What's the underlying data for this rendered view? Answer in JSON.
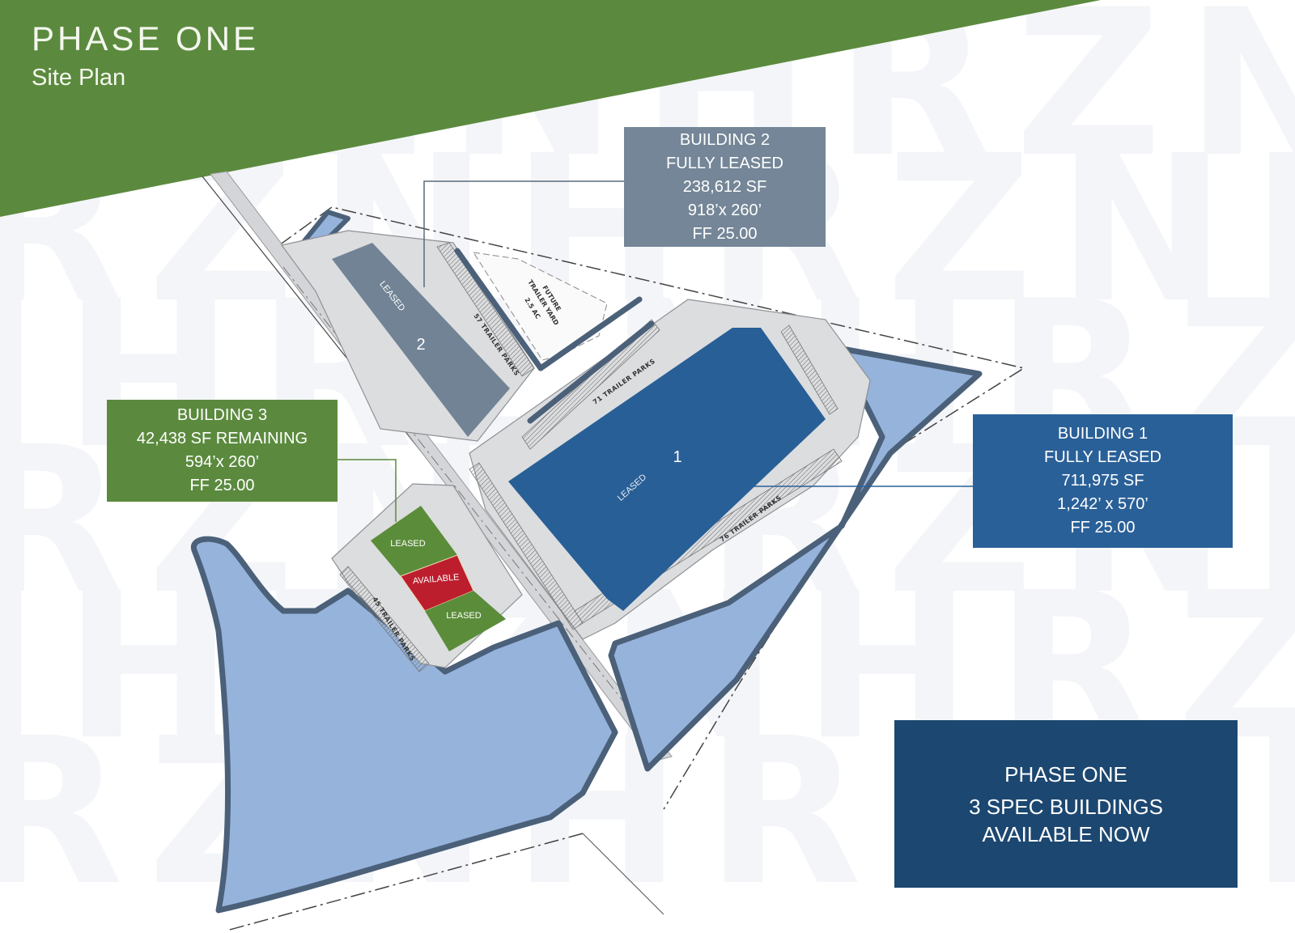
{
  "header": {
    "title": "PHASE ONE",
    "subtitle": "Site Plan",
    "band_color": "#5b8a3e"
  },
  "watermark": {
    "text": "HRZN",
    "rows": [
      "HRZNHRZNHRZN",
      "RZNHRZNHRZNH",
      "NHRZNHRZNHRZ",
      "RZNHRZNHRZNH",
      "NHRZNHRZNHRZ",
      "RZNHRZNHRZNH"
    ]
  },
  "buildings": [
    {
      "id": "building-1",
      "map_number": "1",
      "map_status": "LEASED",
      "color": "#285f96",
      "callout": {
        "title": "BUILDING 1",
        "status": "FULLY LEASED",
        "area": "711,975 SF",
        "dimensions": "1,242’ x 570’",
        "floor_elevation": "FF 25.00",
        "color": "#2a6098"
      },
      "trailer_parks": [
        "71 TRAILER PARKS",
        "76 TRAILER PARKS"
      ]
    },
    {
      "id": "building-2",
      "map_number": "2",
      "map_status": "LEASED",
      "color": "#718395",
      "callout": {
        "title": "BUILDING 2",
        "status": "FULLY LEASED",
        "area": "238,612 SF",
        "dimensions": "918’x 260’",
        "floor_elevation": "FF 25.00",
        "color": "#748697"
      },
      "trailer_parks": [
        "57 TRAILER PARKS"
      ]
    },
    {
      "id": "building-3",
      "color": "#5b8c3a",
      "units": [
        {
          "label": "LEASED",
          "status": "leased",
          "color": "#5b8c3a"
        },
        {
          "label": "AVAILABLE",
          "status": "available",
          "color": "#bd1e2d"
        },
        {
          "label": "LEASED",
          "status": "leased",
          "color": "#5b8c3a"
        }
      ],
      "callout": {
        "title": "BUILDING 3",
        "area_remaining": "42,438 SF REMAINING",
        "dimensions": "594’x 260’",
        "floor_elevation": "FF 25.00",
        "color": "#5b8a3e"
      },
      "trailer_parks": [
        "45 TRAILER PARKS"
      ]
    }
  ],
  "future_yard": {
    "line1": "FUTURE",
    "line2": "TRAILER YARD",
    "line3": "2.5 AC"
  },
  "summary_box": {
    "title": "PHASE ONE",
    "line1": "3 SPEC BUILDINGS",
    "line2": "AVAILABLE NOW",
    "color": "#1c4770"
  },
  "colors": {
    "water": "#95b3db",
    "water_edge": "#4b6079",
    "pavement": "#d9dadc",
    "road": "#cfd1d3"
  }
}
